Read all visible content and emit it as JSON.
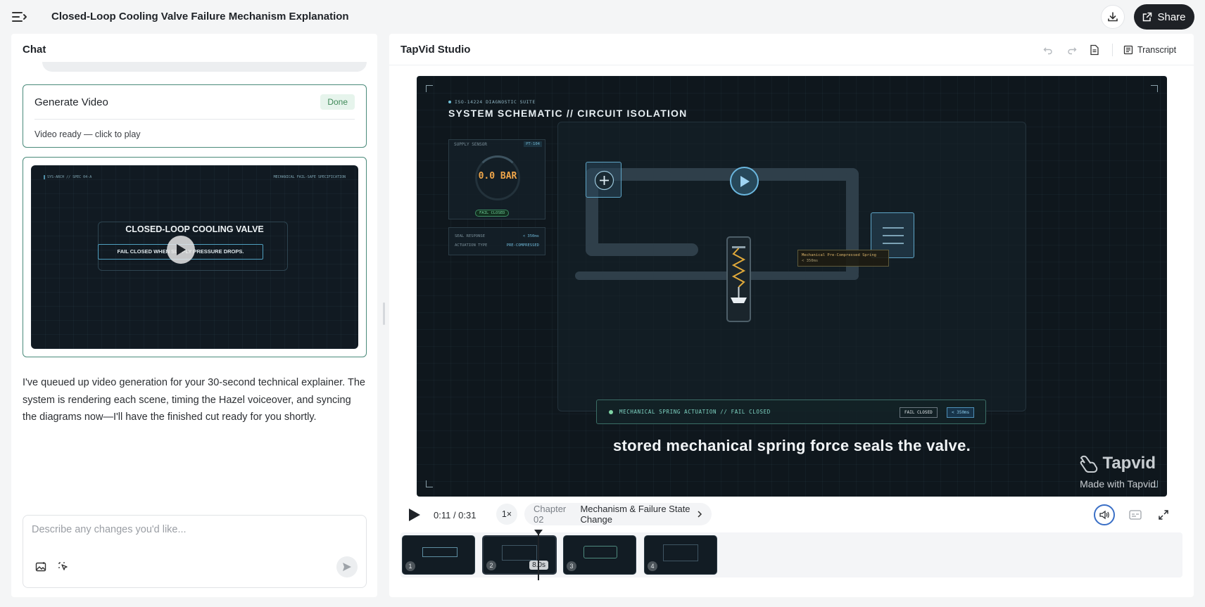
{
  "app": {
    "title": "Closed-Loop Cooling Valve Failure Mechanism Explanation",
    "share_label": "Share"
  },
  "chat": {
    "header": "Chat",
    "generate_card": {
      "title": "Generate Video",
      "status": "Done",
      "subtitle": "Video ready — click to play"
    },
    "video_thumb": {
      "tag_left": "SYS-ARCH // SPEC 04-A",
      "tag_right": "MECHANICAL FAIL-SAFE SPECIFICATION",
      "title": "CLOSED-LOOP COOLING VALVE",
      "subtitle": "FAIL CLOSED WHEN SUPPLY PRESSURE DROPS."
    },
    "message": "I've queued up video generation for your 30-second technical explainer. The system is rendering each scene, timing the Hazel voiceover, and syncing the diagrams now—I'll have the finished cut ready for you shortly.",
    "input_placeholder": "Describe any changes you'd like..."
  },
  "studio": {
    "title": "TapVid Studio",
    "transcript_label": "Transcript",
    "scene": {
      "tag": "ISO-14224 DIAGNOSTIC SUITE",
      "title": "SYSTEM SCHEMATIC // CIRCUIT ISOLATION",
      "sensor_label": "SUPPLY SENSOR",
      "sensor_id": "PT-104",
      "gauge_value": "0.0 BAR",
      "fail_chip": "FAIL CLOSED",
      "spec_rows": [
        {
          "k": "SEAL RESPONSE",
          "v": "< 350ms"
        },
        {
          "k": "ACTUATION TYPE",
          "v": "PRE-COMPRESSED"
        }
      ],
      "spring_label_line1": "Mechanical Pre-Compressed Spring",
      "spring_label_line2": "< 350ms",
      "status_text": "MECHANICAL SPRING ACTUATION // FAIL CLOSED",
      "status_chip_1": "FAIL CLOSED",
      "status_chip_2": "< 350ms",
      "caption": "stored mechanical spring force seals the valve.",
      "watermark_logo": "Tapvid",
      "watermark_text": "Made with Tapvid"
    },
    "controls": {
      "time": "0:11 / 0:31",
      "speed": "1×",
      "chapter_num": "Chapter 02",
      "chapter_name": "Mechanism & Failure State Change"
    },
    "timeline": {
      "clips": [
        {
          "num": "1"
        },
        {
          "num": "2",
          "duration": "8.0s"
        },
        {
          "num": "3"
        },
        {
          "num": "4"
        }
      ]
    }
  },
  "colors": {
    "accent_teal": "#4a8a7a",
    "share_bg": "#1e2126",
    "gauge_orange": "#f0a64a",
    "audio_ring": "#3a6fc6"
  }
}
